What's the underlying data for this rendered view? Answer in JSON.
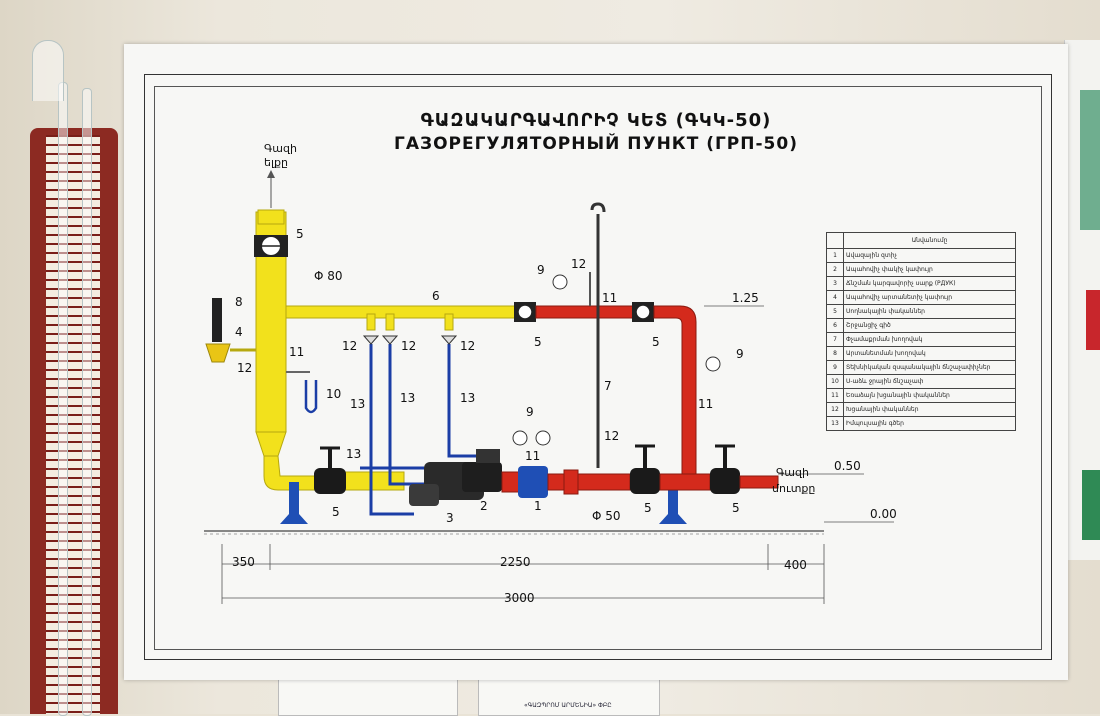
{
  "poster": {
    "title_armenian": "ԳԱԶԱԿԱՐԳԱՎՈՐԻՉ ԿԵՏ  (ԳԿԿ-50)",
    "title_russian": "ГАЗОРЕГУЛЯТОРНЫЙ ПУНКТ (ГРП-50)",
    "outlet_label_line1": "Գազի",
    "outlet_label_line2": "ելքը",
    "inlet_label_line1": "Գազի",
    "inlet_label_line2": "մուտքը",
    "diameter_top": "Φ 80",
    "diameter_bottom": "Φ 50",
    "level_upper": "1.25",
    "level_middle": "0.50",
    "level_ground": "0.00",
    "dim_left": "350",
    "dim_middle": "2250",
    "dim_right": "400",
    "dim_total": "3000",
    "numbers": {
      "n1": "1",
      "n2": "2",
      "n3": "3",
      "n4": "4",
      "n5": "5",
      "n6": "6",
      "n7": "7",
      "n8": "8",
      "n9": "9",
      "n10": "10",
      "n11": "11",
      "n12": "12",
      "n13": "13"
    }
  },
  "legend": {
    "header": "Անվանումը",
    "rows": [
      {
        "n": "1",
        "t": "Ավազային զտիչ"
      },
      {
        "n": "2",
        "t": "Ապահովիչ փակիչ կափույր"
      },
      {
        "n": "3",
        "t": "Ճնշման կարգավորիչ սարք (РДУК)"
      },
      {
        "n": "4",
        "t": "Ապահովիչ արտանետիչ կափույր"
      },
      {
        "n": "5",
        "t": "Սողնակային փականներ"
      },
      {
        "n": "6",
        "t": "Շրջանցիչ գիծ"
      },
      {
        "n": "7",
        "t": "Փչամաքրման խողովակ"
      },
      {
        "n": "8",
        "t": "Արտանետման խողովակ"
      },
      {
        "n": "9",
        "t": "Տեխնիկական զսպանակային ճնշաչափիչներ"
      },
      {
        "n": "10",
        "t": "U-աձև ջրային ճնշաչափ"
      },
      {
        "n": "11",
        "t": "Եռաձայն խցանային փականներ"
      },
      {
        "n": "12",
        "t": "Խցանային փականներ"
      },
      {
        "n": "13",
        "t": "Իմպուլսային գծեր"
      }
    ]
  },
  "bottom_card_text": "«ԳԱԶՊՐՈՄ ԱՐՄԵՆԻԱ» ՓԲԸ",
  "colors": {
    "yellow_pipe": "#f2e11c",
    "red_pipe": "#d42a1c",
    "blue_line": "#1b3ea6",
    "support_blue": "#1f4fb5",
    "valve_black": "#1a1a1a"
  }
}
